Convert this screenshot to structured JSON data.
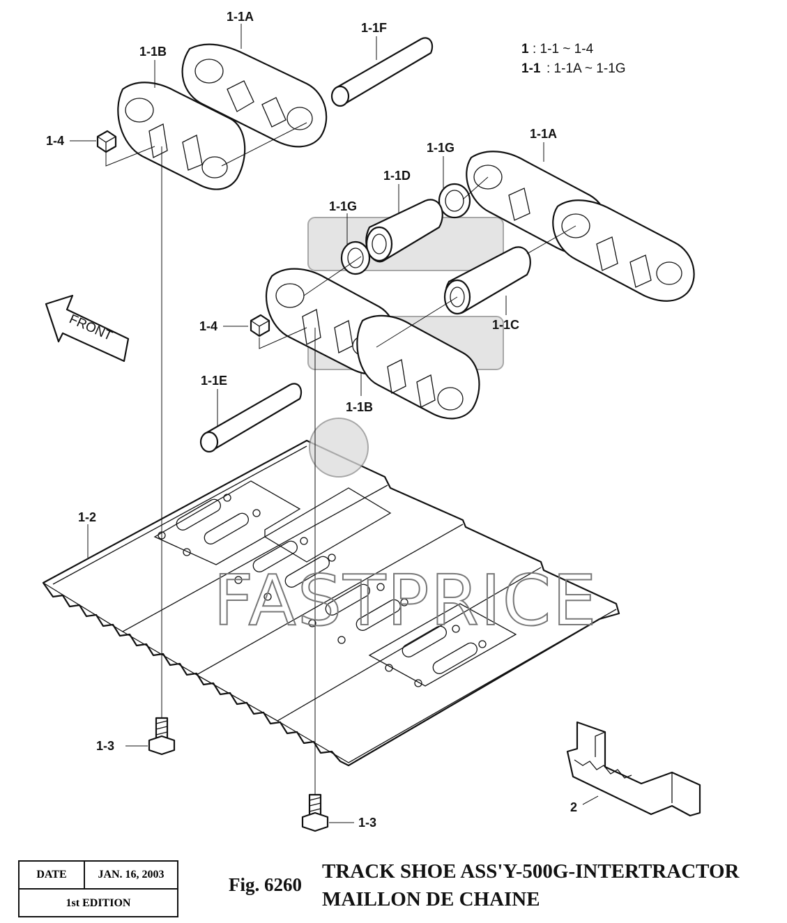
{
  "labels": {
    "link_1a_top": "1-1A",
    "link_1b_top": "1-1B",
    "pin_1f": "1-1F",
    "nut_left_top": "1-4",
    "link_1a_right": "1-1A",
    "seal_1g_upper": "1-1G",
    "bushing_1d": "1-1D",
    "seal_1g_lower": "1-1G",
    "bushing_1c": "1-1C",
    "nut_left_mid": "1-4",
    "pin_1e": "1-1E",
    "link_1b_lower": "1-1B",
    "shoe_1_2": "1-2",
    "bolt_left": "1-3",
    "bolt_right": "1-3",
    "handle_2": "2"
  },
  "legend": {
    "line1_key": "1",
    "line1_text": ": 1-1 ~ 1-4",
    "line2_key": "1-1",
    "line2_text": ": 1-1A ~ 1-1G"
  },
  "front_arrow_label": "FRONT",
  "watermark": "FASTPRICE",
  "title_block": {
    "date_label": "DATE",
    "date_value": "JAN. 16, 2003",
    "edition": "1st EDITION"
  },
  "figure": {
    "number": "Fig. 6260",
    "title_line1": "TRACK SHOE ASS'Y-500G-INTERTRACTOR",
    "title_line2": "MAILLON DE CHAINE"
  }
}
